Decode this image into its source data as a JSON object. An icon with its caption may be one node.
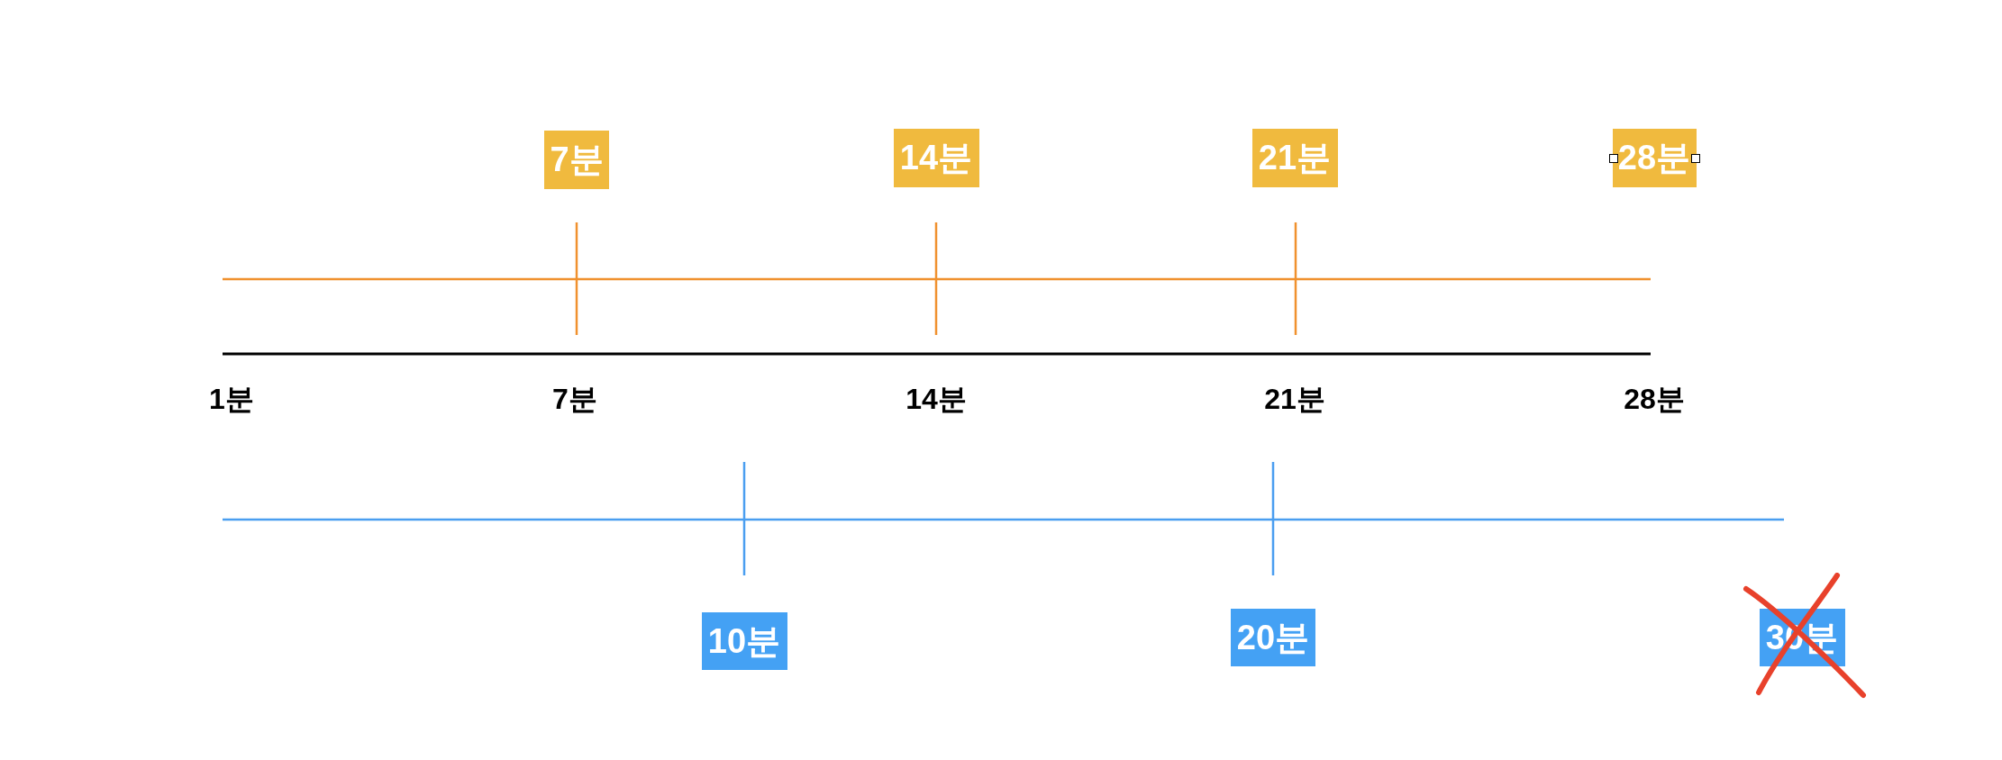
{
  "diagram": {
    "nodes": [
      {
        "text": [
          "7분"
        ]
      },
      {
        "text": [
          "14분"
        ]
      },
      {
        "text": [
          "21분"
        ]
      },
      {
        "text": [
          "28분"
        ]
      },
      {
        "text": [
          "10분"
        ]
      },
      {
        "text": [
          "20분"
        ]
      },
      {
        "text": [
          "30분"
        ]
      }
    ],
    "labels": [
      "1분",
      "7분",
      "14분",
      "21분",
      "28분"
    ]
  }
}
